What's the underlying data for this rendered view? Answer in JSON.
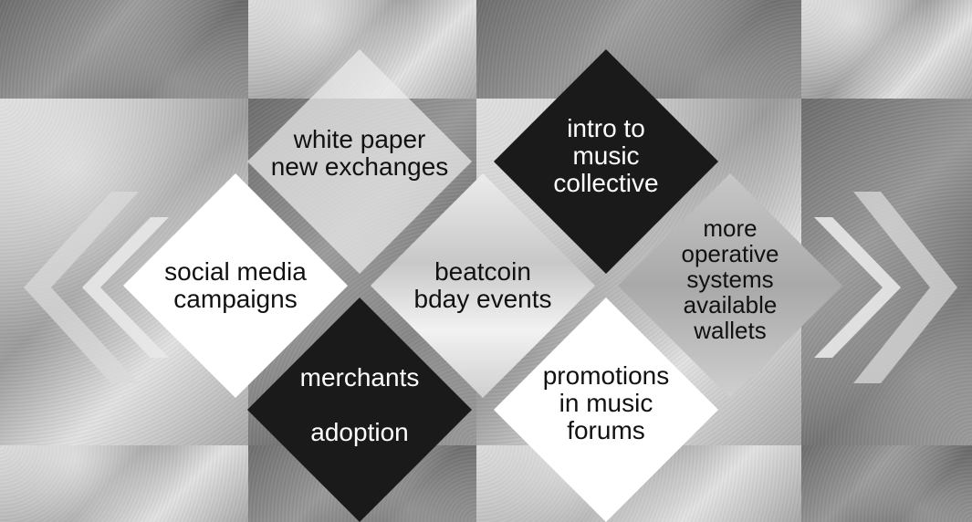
{
  "diagram": {
    "nodes": [
      {
        "id": "white-paper",
        "text": "white paper\nnew exchanges",
        "fill": "translucent"
      },
      {
        "id": "intro-music",
        "text": "intro to\nmusic\ncollective",
        "fill": "black"
      },
      {
        "id": "social-media",
        "text": "social media\ncampaigns",
        "fill": "white"
      },
      {
        "id": "beatcoin",
        "text": "beatcoin\nbday events",
        "fill": "silver"
      },
      {
        "id": "more-os",
        "text": "more\noperative\nsystems\navailable\nwallets",
        "fill": "grey"
      },
      {
        "id": "merchants",
        "text": "merchants\n\nadoption",
        "fill": "black"
      },
      {
        "id": "promotions",
        "text": "promotions\nin music\nforums",
        "fill": "white"
      }
    ],
    "colors": {
      "white": "#ffffff",
      "black": "#1a1a1a",
      "silver": "#e0e0e0",
      "chevron": "#e6e6e6"
    }
  }
}
